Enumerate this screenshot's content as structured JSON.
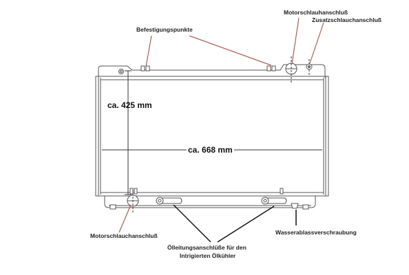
{
  "labels": {
    "befestigungspunkte": "Befestigungspunkte",
    "motorschlauch_oben": "Motorschlauhanschluß",
    "zusatzschlauch": "Zusatzschlauchanschluß",
    "motorschlauch_unten": "Motorschlauchanschluß",
    "oelleitung_line1": "Ölleitungsanschlüße für den",
    "oelleitung_line2": "Intrigierten Ölkühler",
    "wasserablass": "Wasserablassverschraubung"
  },
  "dimensions": {
    "height": "ca. 425 mm",
    "width": "ca. 668 mm"
  },
  "colors": {
    "outline": "#555555",
    "dim_line": "#333333",
    "leader_red": "#c0392b",
    "leader_black": "#111111"
  }
}
